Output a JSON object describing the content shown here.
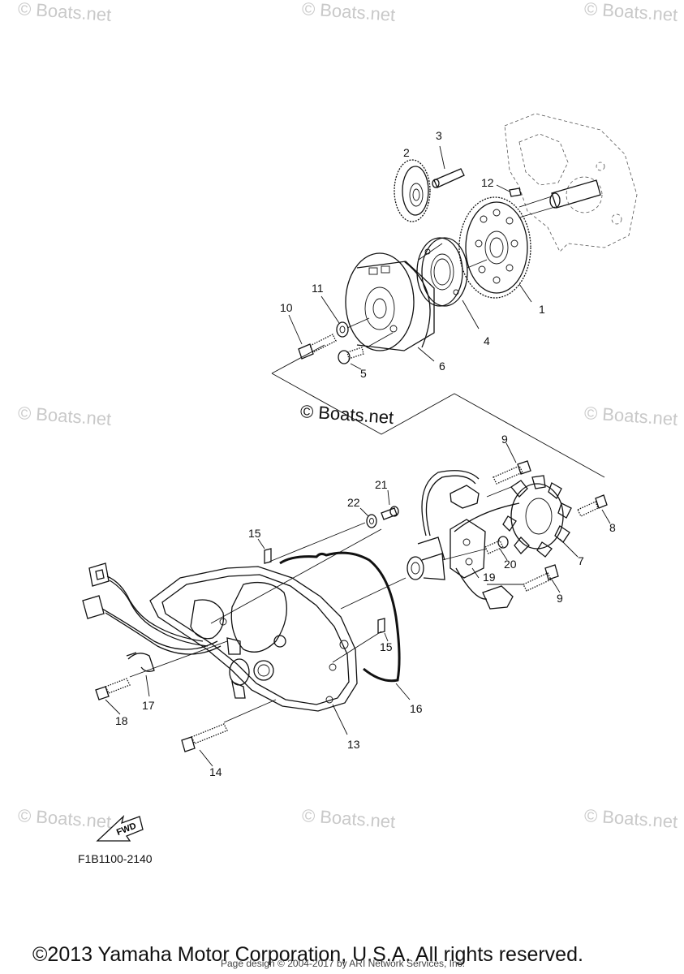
{
  "watermark": "© Boats.net",
  "center_watermark": "© Boats.net",
  "callouts": {
    "c1": "1",
    "c2": "2",
    "c3": "3",
    "c4": "4",
    "c5": "5",
    "c6": "6",
    "c7": "7",
    "c8": "8",
    "c9a": "9",
    "c9b": "9",
    "c10": "10",
    "c11": "11",
    "c12": "12",
    "c13": "13",
    "c14": "14",
    "c15a": "15",
    "c15b": "15",
    "c16": "16",
    "c17": "17",
    "c18": "18",
    "c19": "19",
    "c20": "20",
    "c21": "21",
    "c22": "22"
  },
  "fwd_label": "FWD",
  "diagram_code": "F1B1100-2140",
  "copyright": "©2013 Yamaha Motor Corporation, U.S.A. All rights reserved.",
  "page_design": "Page design © 2004-2017 by ARI Network Services, Inc."
}
